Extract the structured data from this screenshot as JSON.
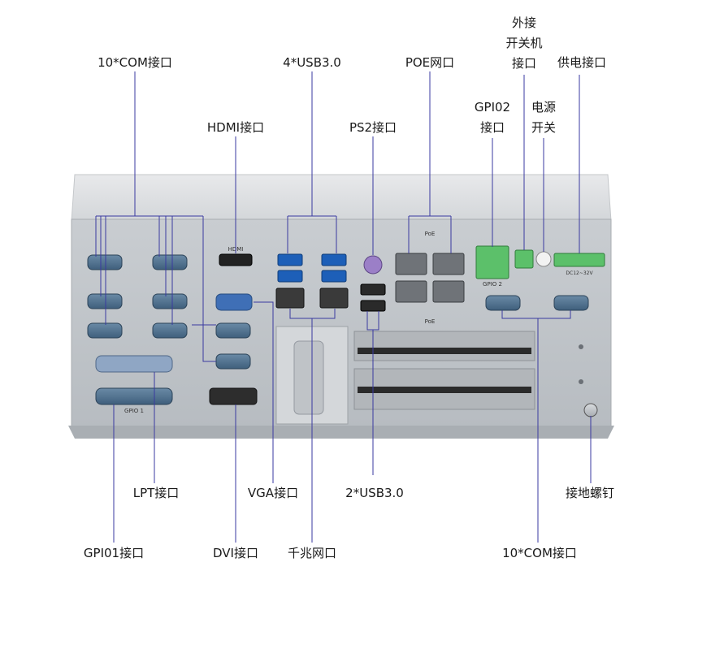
{
  "diagram": {
    "labels": {
      "com_top": "10*COM接口",
      "usb_top": "4*USB3.0",
      "poe": "POE网口",
      "ext_switch": [
        "外接",
        "开关机",
        "接口"
      ],
      "power_input": "供电接口",
      "hdmi": "HDMI接口",
      "ps2": "PS2接口",
      "gpio2": [
        "GPI02",
        "接口"
      ],
      "power_switch": [
        "电源",
        "开关"
      ],
      "lpt": "LPT接口",
      "vga": "VGA接口",
      "usb_bottom": "2*USB3.0",
      "ground": "接地螺钉",
      "gpio1": "GPI01接口",
      "dvi": "DVI接口",
      "gigabit_lan": "千兆网口",
      "com_bottom": "10*COM接口"
    },
    "silkscreen": {
      "hdmi": "HDMI",
      "poe_top": "PoE",
      "poe_bottom": "PoE",
      "gpio2": "GPIO 2",
      "gpio1": "GPIO 1",
      "dc_in": "DC12~32V"
    },
    "colors": {
      "line": "#3a3aa0",
      "chassis": "#bfc3c8",
      "chassis_top": "#dfe1e3",
      "db9": "#4a6e8c",
      "usb3": "#1d5fb8",
      "terminal": "#5cc06a"
    }
  }
}
